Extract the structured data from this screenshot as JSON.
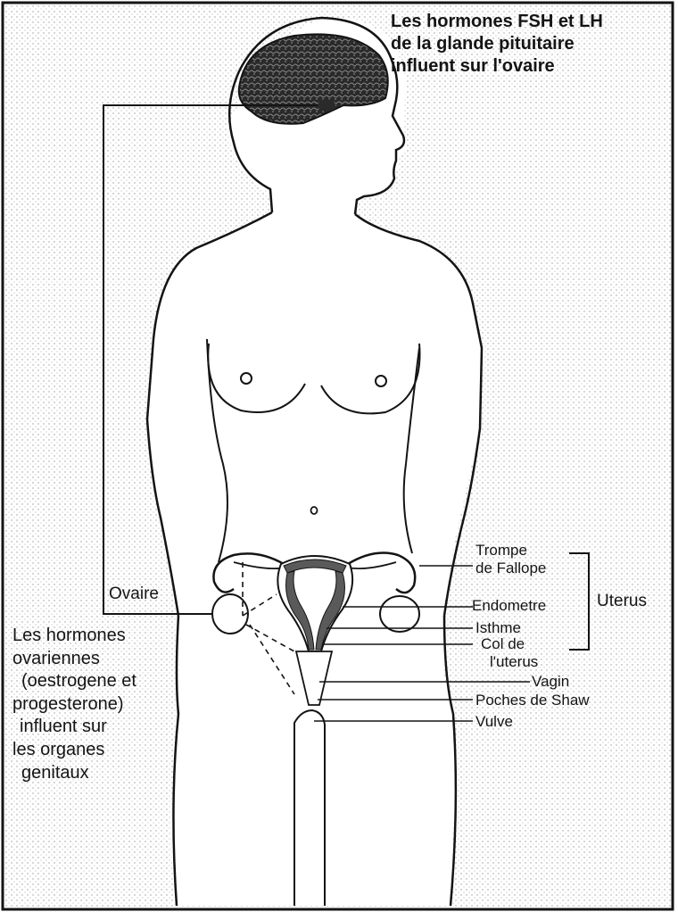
{
  "title": {
    "line1": "Les hormones FSH et LH",
    "line2": "de la glande pituitaire",
    "line3": "influent sur l'ovaire"
  },
  "labels": {
    "trompe_1": "Trompe",
    "trompe_2": "de Fallope",
    "endometre": "Endometre",
    "isthme": "Isthme",
    "col_1": "Col de",
    "col_2": "l'uterus",
    "vagin": "Vagin",
    "poches": "Poches de Shaw",
    "vulve": "Vulve",
    "uterus": "Uterus",
    "ovaire": "Ovaire"
  },
  "side_text": {
    "l1": "Les hormones",
    "l2": "ovariennes",
    "l3": "(oestrogene et",
    "l4": "progesterone)",
    "l5": "influent sur",
    "l6": "les organes",
    "l7": "genitaux"
  },
  "colors": {
    "ink": "#141414",
    "background": "#ffffff",
    "organ_fill": "#5a5a5a"
  }
}
